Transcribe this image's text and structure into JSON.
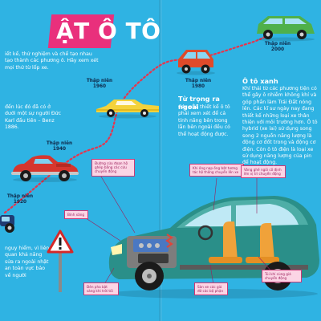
{
  "page": {
    "title": "ẬT Ô TÔ"
  },
  "intro": {
    "text": "iết kế, thử nghiệm và chế tạo nhau tạo thành các phương ô. Hãy xem xét mọi thứ từ lốp xe."
  },
  "history_text": {
    "text": "đến lúc đó đã có ở dưới một sự người Đức Karl đầu tiên – Benz 1886."
  },
  "left_bottom_text": {
    "text": "nguy hiểm, vì liên quan khả năng sửa ra ngoài nhật an toàn vực bảo về người"
  },
  "decades": [
    {
      "label": "Thập niên 1920"
    },
    {
      "label": "Thập niên 1940"
    },
    {
      "label": "Thập niên 1960"
    },
    {
      "label": "Thập niên 1980"
    },
    {
      "label": "Thập niên 2000"
    }
  ],
  "section_weight": {
    "heading": "Từ trọng ra ngoài",
    "text": "Các nhà thiết kế ô tô phải xem xét để cả tính năng bên trong lẫn bên ngoài đều có thể hoạt động được."
  },
  "section_green": {
    "heading": "Ô tô xanh",
    "text": "Khí thải từ các phương tiện có thể gây ô nhiễm không khí và góp phần làm Trái Đất nóng lên. Các kĩ sư ngày nay đang thiết kế những loại xe thân thiện với môi trường hơn. Ô tô hybrid (xe lai) sử dụng song song 2 nguồn năng lượng là động cơ đốt trong và động cơ điện. Còn ô tô điện là loại xe sử dụng năng lượng của pin để hoạt động."
  },
  "callouts": [
    {
      "text": "Đường cứu đoạn hộ ghép bằng các cứu chuyển động"
    },
    {
      "text": "Bình xăng"
    },
    {
      "text": "Khi ống nạp ống bật tương tác hệ thống chuyển lên xe"
    },
    {
      "text": "Vòng ghế ngồi cố định lên vị trí chuyển động"
    },
    {
      "text": "Sàn xe các giá đỡ các bộ phận"
    },
    {
      "text": "Túi khí cùng giá chuyển động"
    },
    {
      "text": "Đèn pha bật sáng khi trời tối"
    }
  ],
  "colors": {
    "background": "#2fb3e3",
    "accent_pink": "#e9307c",
    "timeline_red": "#e8344c",
    "callout_fill": "#fbd5e5"
  },
  "icons": {
    "warning_sign": "warning-sign-icon",
    "car_1920": "vintage-car-icon",
    "car_1940": "classic-car-icon",
    "car_1960": "cadillac-car-icon",
    "car_1980": "hatchback-car-icon",
    "car_2000": "suv-car-icon",
    "car_cutaway": "car-cutaway-illustration"
  }
}
